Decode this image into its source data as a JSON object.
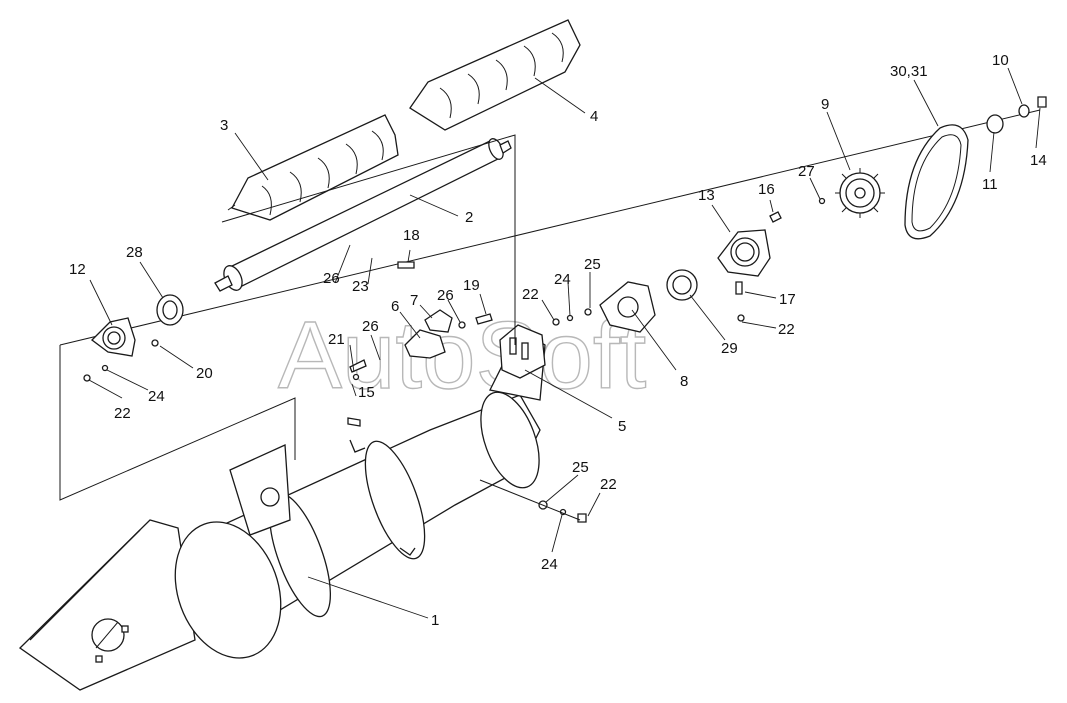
{
  "watermark": "AutoSoft",
  "labels": {
    "l1": "1",
    "l2": "2",
    "l3": "3",
    "l4": "4",
    "l5": "5",
    "l6": "6",
    "l7": "7",
    "l8": "8",
    "l9": "9",
    "l10": "10",
    "l11": "11",
    "l12": "12",
    "l13": "13",
    "l14": "14",
    "l15": "15",
    "l16": "16",
    "l17": "17",
    "l18": "18",
    "l19": "19",
    "l20": "20",
    "l21": "21",
    "l22a": "22",
    "l22b": "22",
    "l22c": "22",
    "l22d": "22",
    "l23": "23",
    "l24a": "24",
    "l24b": "24",
    "l24c": "24",
    "l25a": "25",
    "l25b": "25",
    "l26a": "26",
    "l26b": "26",
    "l26c": "26",
    "l27": "27",
    "l28": "28",
    "l29": "29",
    "l3031": "30,31"
  }
}
